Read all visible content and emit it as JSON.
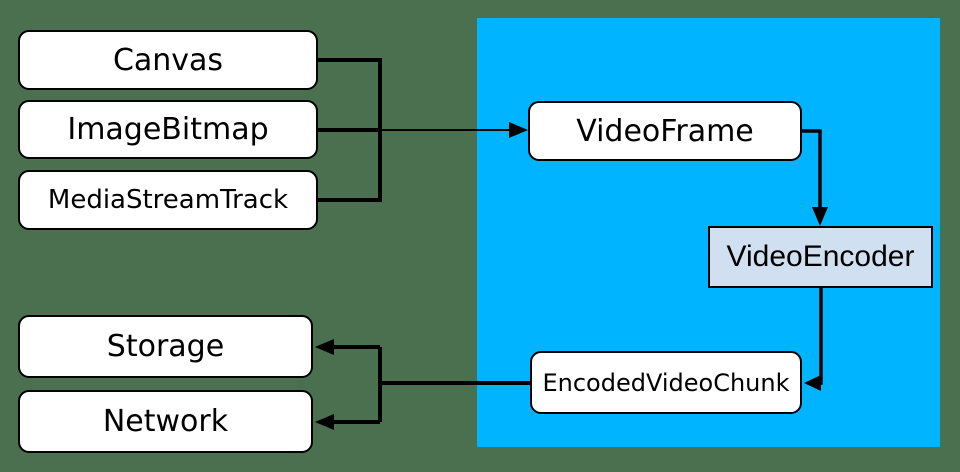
{
  "nodes": {
    "canvas": {
      "label": "Canvas"
    },
    "image_bitmap": {
      "label": "ImageBitmap"
    },
    "media_stream_track": {
      "label": "MediaStreamTrack"
    },
    "video_frame": {
      "label": "VideoFrame"
    },
    "video_encoder": {
      "label": "VideoEncoder"
    },
    "encoded_video_chunk": {
      "label": "EncodedVideoChunk"
    },
    "storage": {
      "label": "Storage"
    },
    "network": {
      "label": "Network"
    }
  },
  "colors": {
    "background": "#4a7050",
    "region_fill": "#00b4ff",
    "box_fill": "#ffffff",
    "encoder_fill": "#d0e0f0",
    "line_color": "#000000"
  }
}
